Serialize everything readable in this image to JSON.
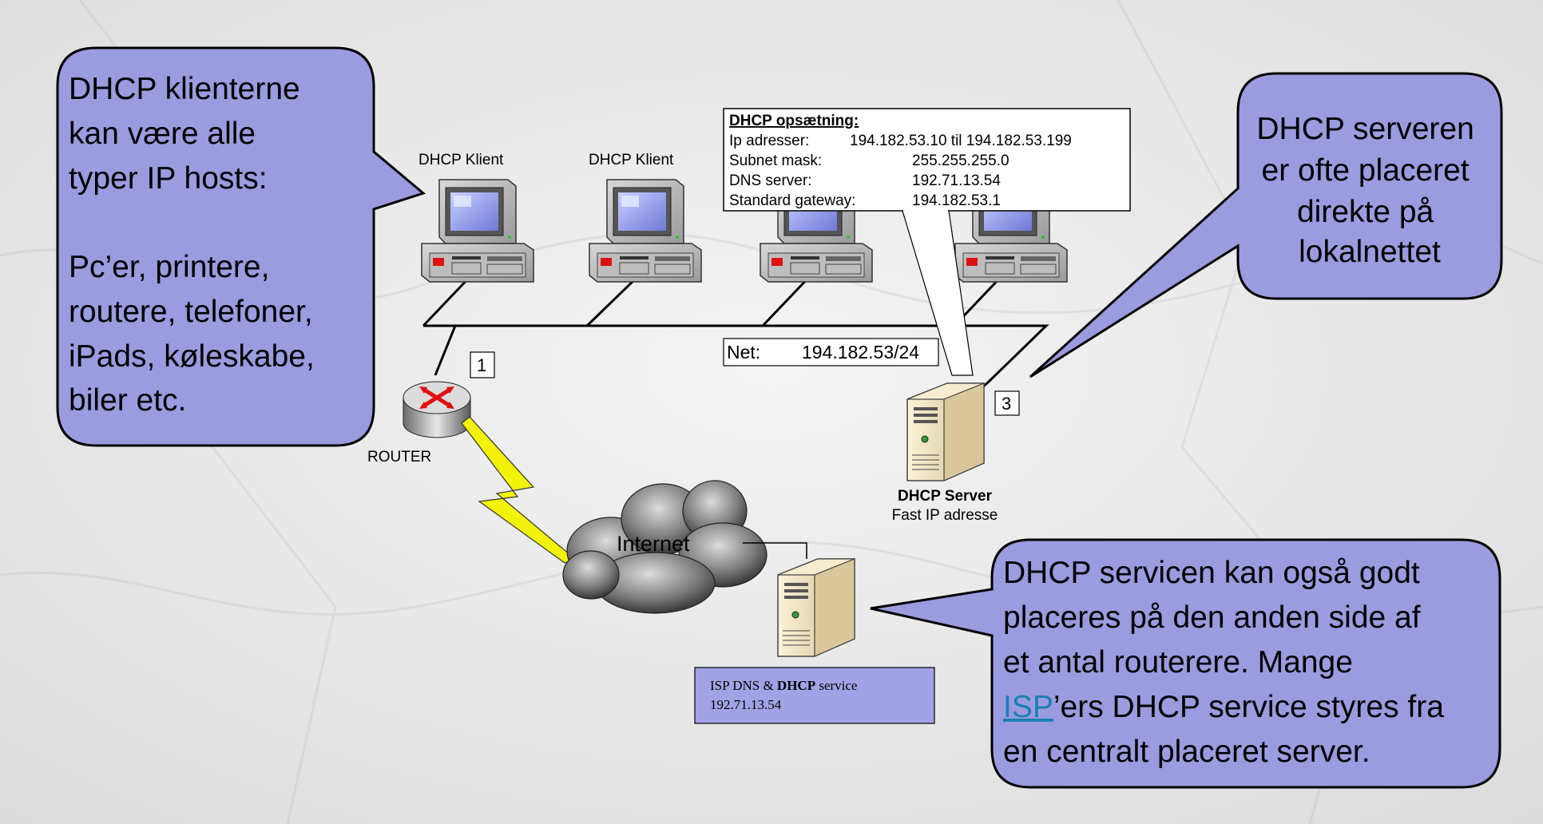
{
  "colors": {
    "callout_fill": "#9b9bdf",
    "callout_stroke": "#000000",
    "background": "#e9e9e9",
    "lightning": "#f2f20a",
    "link": "#1a7fb5",
    "router_arrow": "#e01010"
  },
  "callouts": {
    "left": {
      "lines": [
        "DHCP klienterne",
        "kan være alle",
        "typer IP hosts:",
        "",
        "Pc’er, printere,",
        "routere, telefoner,",
        "iPads, køleskabe,",
        "biler etc."
      ]
    },
    "right_top": {
      "lines": [
        "DHCP serveren",
        "er ofte placeret",
        "direkte på",
        "lokalnettet"
      ]
    },
    "bottom_right": {
      "lines": [
        "DHCP servicen kan også godt",
        "placeres på den anden side af",
        "et antal routerere. Mange"
      ],
      "last_line_link": "ISP",
      "last_line_after_link": "’ers DHCP service styres fra",
      "final_line": "en centralt placeret server."
    }
  },
  "clients": {
    "labels": [
      "DHCP Klient",
      "DHCP Klient"
    ]
  },
  "config_box": {
    "title": "DHCP opsætning:",
    "rows": [
      {
        "label": "Ip adresser:",
        "value": "194.182.53.10 til 194.182.53.199"
      },
      {
        "label": "Subnet mask:",
        "value": "255.255.255.0"
      },
      {
        "label": "DNS server:",
        "value": "192.71.13.54"
      },
      {
        "label": "Standard gateway:",
        "value": "194.182.53.1"
      }
    ]
  },
  "net_box": {
    "label": "Net:",
    "value": "194.182.53/24"
  },
  "markers": {
    "router": "1",
    "server": "3"
  },
  "router": {
    "label": "ROUTER"
  },
  "internet": {
    "label": "Internet"
  },
  "dhcp_server": {
    "title": "DHCP Server",
    "subtitle": "Fast IP adresse"
  },
  "isp_box": {
    "line1_prefix": "ISP DNS & ",
    "line1_bold": "DHCP",
    "line1_suffix": " service",
    "line2": "192.71.13.54"
  },
  "icons": [
    "desktop-computer-icon",
    "router-icon",
    "cloud-icon",
    "server-tower-icon",
    "lightning-icon"
  ]
}
